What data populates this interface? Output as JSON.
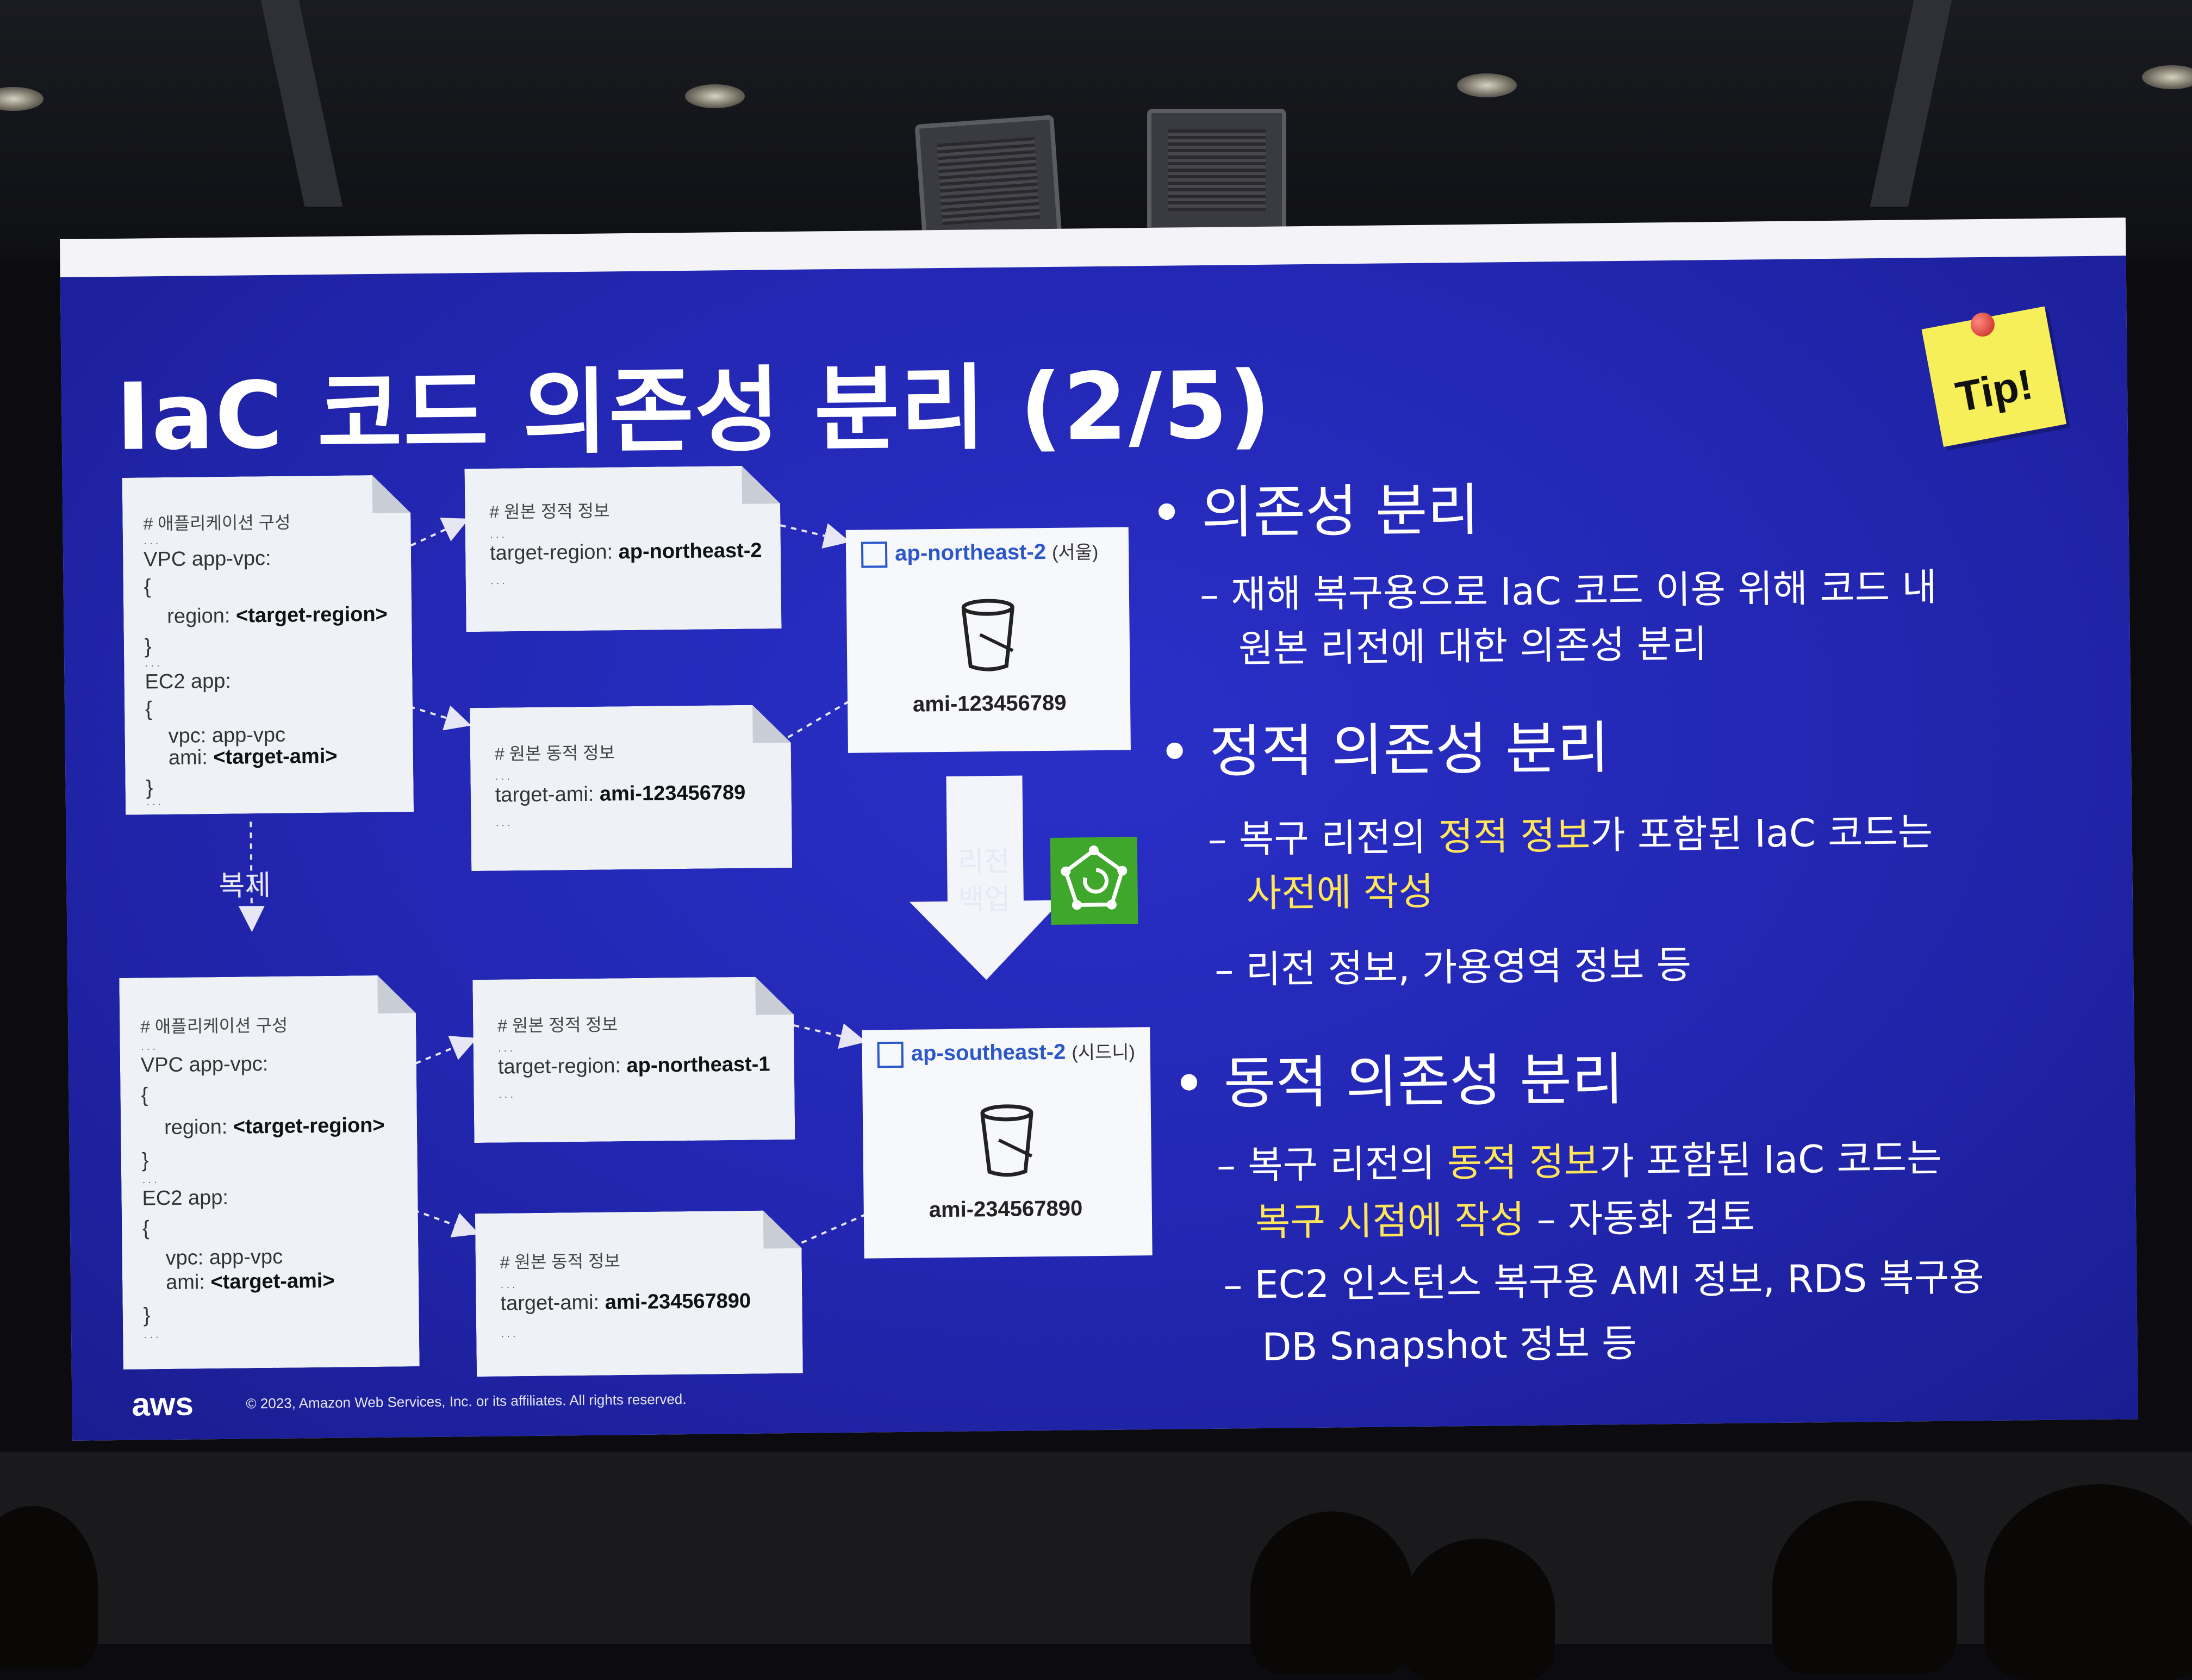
{
  "slide": {
    "title": "IaC 코드 의존성 분리 (2/5)",
    "tip": "Tip!",
    "copy_label": "복제",
    "backup_label_1": "리전",
    "backup_label_2": "백업",
    "aws_logo": "aws",
    "copyright": "© 2023, Amazon Web Services, Inc. or its affiliates. All rights reserved."
  },
  "top": {
    "app": {
      "comment": "# 애플리케이션 구성",
      "l1": "VPC app-vpc:",
      "l2": "{",
      "l3_key": "region: ",
      "l3_val": "<target-region>",
      "l4": "}",
      "l5": "EC2 app:",
      "l6": "{",
      "l7": "vpc: app-vpc",
      "l8_key": "ami: ",
      "l8_val": "<target-ami>",
      "l9": "}"
    },
    "static": {
      "comment": "# 원본 정적 정보",
      "key": "target-region: ",
      "val": "ap-northeast-2"
    },
    "dynamic": {
      "comment": "# 원본 동적 정보",
      "key": "target-ami: ",
      "val": "ami-123456789"
    },
    "region": {
      "name": "ap-northeast-2",
      "city": "(서울)",
      "ami": "ami-123456789"
    }
  },
  "bottom": {
    "app": {
      "comment": "# 애플리케이션 구성",
      "l1": "VPC app-vpc:",
      "l2": "{",
      "l3_key": "region: ",
      "l3_val": "<target-region>",
      "l4": "}",
      "l5": "EC2 app:",
      "l6": "{",
      "l7": "vpc: app-vpc",
      "l8_key": "ami: ",
      "l8_val": "<target-ami>",
      "l9": "}"
    },
    "static": {
      "comment": "# 원본 정적 정보",
      "key": "target-region: ",
      "val": "ap-northeast-1"
    },
    "dynamic": {
      "comment": "# 원본 동적 정보",
      "key": "target-ami: ",
      "val": "ami-234567890"
    },
    "region": {
      "name": "ap-southeast-2",
      "city": "(시드니)",
      "ami": "ami-234567890"
    }
  },
  "bullets": {
    "b1": "의존성 분리",
    "b1_s1a": "– 재해 복구용으로 IaC 코드 이용 위해 코드 내",
    "b1_s1b": "원본 리전에 대한 의존성 분리",
    "b2": "정적 의존성 분리",
    "b2_s1_pre": "– 복구 리전의 ",
    "b2_s1_hl": "정적 정보",
    "b2_s1_post": "가 포함된 IaC 코드는",
    "b2_s1b": "사전에 작성",
    "b2_s2": "– 리전 정보, 가용영역 정보 등",
    "b3": "동적 의존성 분리",
    "b3_s1_pre": "– 복구 리전의 ",
    "b3_s1_hl": "동적 정보",
    "b3_s1_post": "가 포함된 IaC 코드는",
    "b3_s1b_hl": "복구 시점에 작성",
    "b3_s1b_post": " – 자동화 검토",
    "b3_s2a": "– EC2 인스턴스 복구용 AMI 정보, RDS 복구용",
    "b3_s2b": "DB Snapshot 정보 등"
  }
}
